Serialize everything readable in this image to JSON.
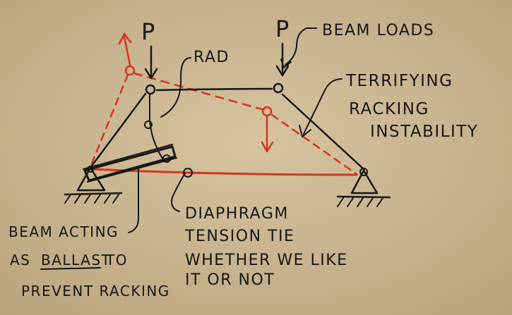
{
  "labels": {
    "load_left": "P",
    "load_right": "P",
    "rod": "RAD",
    "beam_loads": "BEAM LOADS",
    "instability_line1": "TERRIFYING",
    "instability_line2": "RACKING",
    "instability_line3": "INSTABILITY",
    "diaphragm_line1": "DIAPHRAGM",
    "diaphragm_line2": "TENSION TIE",
    "diaphragm_line3": "WHETHER WE LIKE",
    "diaphragm_line4": "IT OR NOT",
    "ballast_line1": "BEAM ACTING",
    "ballast_line2_prefix": "AS",
    "ballast_line2_word": "BALLAST",
    "ballast_line2_suffix": "TO",
    "ballast_line3": "PREVENT RACKING"
  },
  "colors": {
    "paper": "#c9b58f",
    "ink": "#161616",
    "red_ink": "#d8331f"
  }
}
